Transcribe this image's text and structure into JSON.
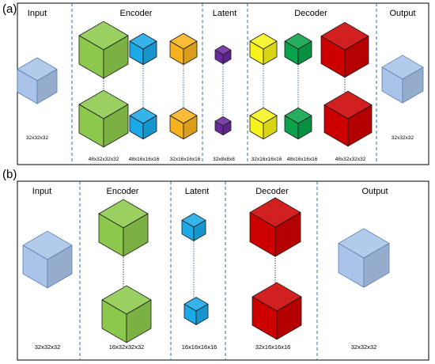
{
  "panels": [
    {
      "label": "(a)",
      "sections": [
        {
          "title": "Input"
        },
        {
          "title": "Encoder"
        },
        {
          "title": "Latent"
        },
        {
          "title": "Decoder"
        },
        {
          "title": "Output"
        }
      ],
      "dims": [
        "32x32x32",
        "48x32x32x32",
        "48x16x16x16",
        "32x16x16x16",
        "32x8x8x8",
        "32x16x16x16",
        "48x16x16x16",
        "48x32x32x32",
        "32x32x32"
      ]
    },
    {
      "label": "(b)",
      "sections": [
        {
          "title": "Input"
        },
        {
          "title": "Encoder"
        },
        {
          "title": "Latent"
        },
        {
          "title": "Decoder"
        },
        {
          "title": "Output"
        }
      ],
      "dims": [
        "32x32x32",
        "16x32x32x32",
        "16x16x16x16",
        "32x16x16x16",
        "32x32x32"
      ]
    }
  ],
  "colors": {
    "input": "#a9c4e8",
    "encoder_a": "#8cc84b",
    "skip_blue": "#1ba9e8",
    "skip_orange": "#f6b21d",
    "latent_purple": "#6a2a9e",
    "yellow": "#f6f21a",
    "green": "#0aa24a",
    "red": "#cc0000",
    "divider": "#2e6fad"
  }
}
